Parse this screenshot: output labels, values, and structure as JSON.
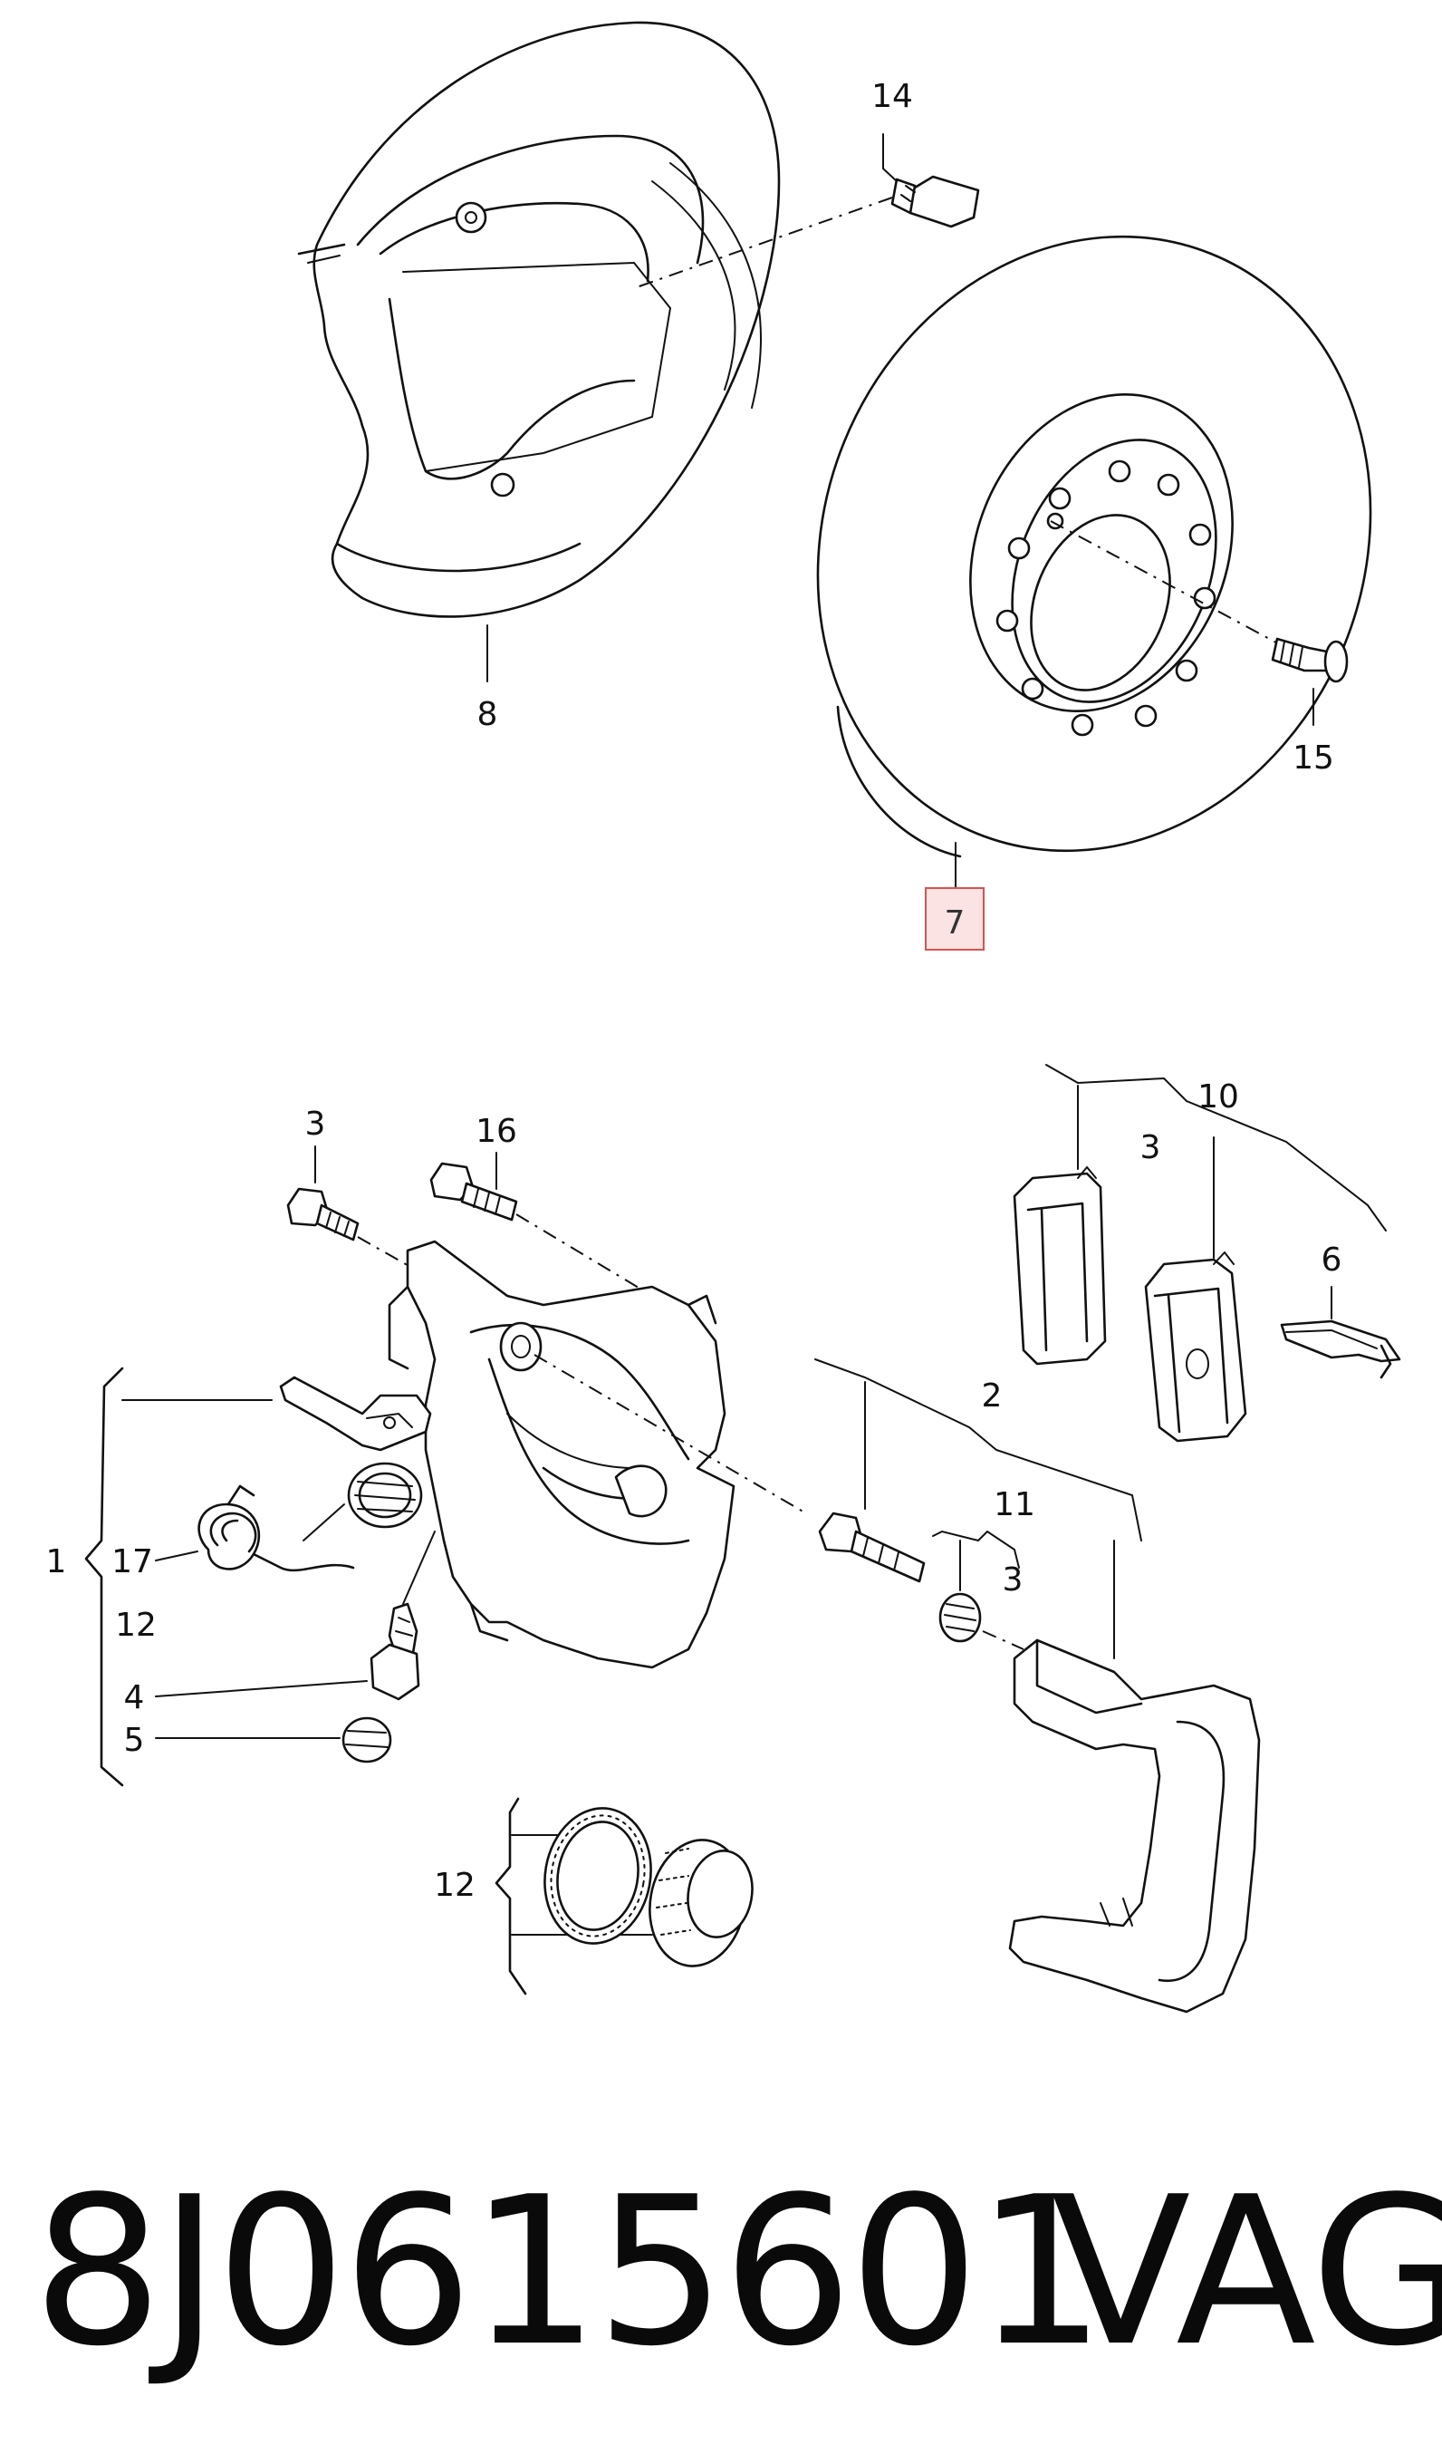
{
  "callouts": {
    "c14": "14",
    "c8": "8",
    "c15": "15",
    "c7": "7",
    "c3a": "3",
    "c16": "16",
    "c10": "10",
    "c3b": "3",
    "c6": "6",
    "c2": "2",
    "c11": "11",
    "c3c": "3",
    "c1": "1",
    "c17": "17",
    "c12a": "12",
    "c4": "4",
    "c5": "5",
    "c12b": "12"
  },
  "highlight_color": "#d9534f",
  "highlight_fill": "#fbe3e3",
  "footer": {
    "part_number": "8J0615601",
    "brand": "VAG"
  }
}
